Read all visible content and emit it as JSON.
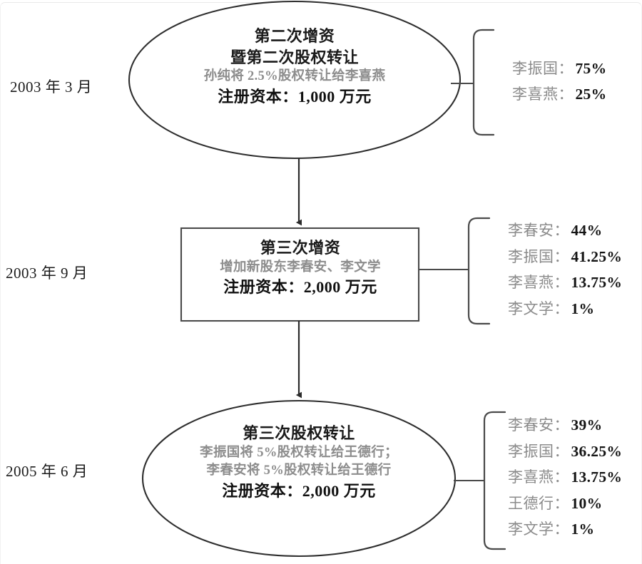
{
  "diagram": {
    "title_semantic": "equity-change-timeline",
    "stroke_color": "#3a3a3a",
    "sub_text_color": "#8d8d8d",
    "main_text_color": "#141414"
  },
  "stages": [
    {
      "id": "stage-1",
      "shape": "ellipse",
      "date": "2003 年 3 月",
      "heading_lines": [
        "第二次增资",
        "暨第二次股权转让"
      ],
      "detail_lines": [
        "孙纯将 2.5%股权转让给李喜燕"
      ],
      "capital_line": "注册资本：1,000 万元",
      "holders": [
        {
          "name": "李振国",
          "sep": "：",
          "pct": "75%"
        },
        {
          "name": "李喜燕",
          "sep": "：",
          "pct": "25%"
        }
      ]
    },
    {
      "id": "stage-2",
      "shape": "rectangle",
      "date": "2003 年 9 月",
      "heading_lines": [
        "第三次增资"
      ],
      "detail_lines": [
        "增加新股东李春安、李文学"
      ],
      "capital_line": "注册资本：2,000 万元",
      "holders": [
        {
          "name": "李春安",
          "sep": "：",
          "pct": "44%"
        },
        {
          "name": "李振国",
          "sep": "：",
          "pct": "41.25%"
        },
        {
          "name": "李喜燕",
          "sep": "：",
          "pct": "13.75%"
        },
        {
          "name": "李文学",
          "sep": "：",
          "pct": "1%"
        }
      ]
    },
    {
      "id": "stage-3",
      "shape": "ellipse",
      "date": "2005 年 6 月",
      "heading_lines": [
        "第三次股权转让"
      ],
      "detail_lines": [
        "李振国将 5%股权转让给王德行；",
        "李春安将 5%股权转让给王德行"
      ],
      "capital_line": "注册资本：2,000 万元",
      "holders": [
        {
          "name": "李春安",
          "sep": "：",
          "pct": "39%"
        },
        {
          "name": "李振国",
          "sep": "：",
          "pct": "36.25%"
        },
        {
          "name": "李喜燕",
          "sep": "：",
          "pct": "13.75%"
        },
        {
          "name": "王德行",
          "sep": "：",
          "pct": "10%"
        },
        {
          "name": "李文学",
          "sep": "：",
          "pct": "1%"
        }
      ]
    }
  ],
  "connectors": [
    {
      "id": "arrow-stage1-to-stage2",
      "kind": "down-arrow"
    },
    {
      "id": "arrow-stage2-to-stage3",
      "kind": "down-arrow"
    }
  ]
}
